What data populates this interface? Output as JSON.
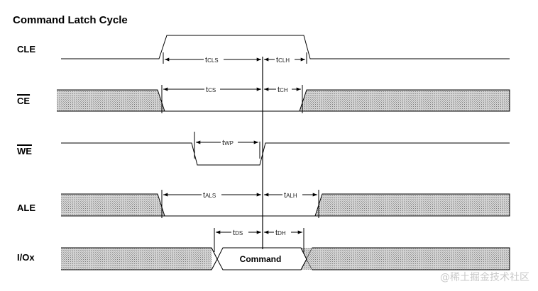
{
  "title": "Command Latch Cycle",
  "signals": {
    "cle": "CLE",
    "ce": "CE",
    "we": "WE",
    "ale": "ALE",
    "io": "I/Ox"
  },
  "timing": {
    "tcls": {
      "t": "t",
      "sub": "CLS"
    },
    "tclh": {
      "t": "t",
      "sub": "CLH"
    },
    "tcs": {
      "t": "t",
      "sub": "CS"
    },
    "tch": {
      "t": "t",
      "sub": "CH"
    },
    "twp": {
      "t": "t",
      "sub": "WP"
    },
    "tals": {
      "t": "t",
      "sub": "ALS"
    },
    "talh": {
      "t": "t",
      "sub": "ALH"
    },
    "tds": {
      "t": "t",
      "sub": "DS"
    },
    "tdh": {
      "t": "t",
      "sub": "DH"
    }
  },
  "io_value": "Command",
  "watermark": "@稀土掘金技术社区",
  "colors": {
    "line": "#000000",
    "hatch": "#8c8c8c",
    "ref_line": "#000000"
  }
}
